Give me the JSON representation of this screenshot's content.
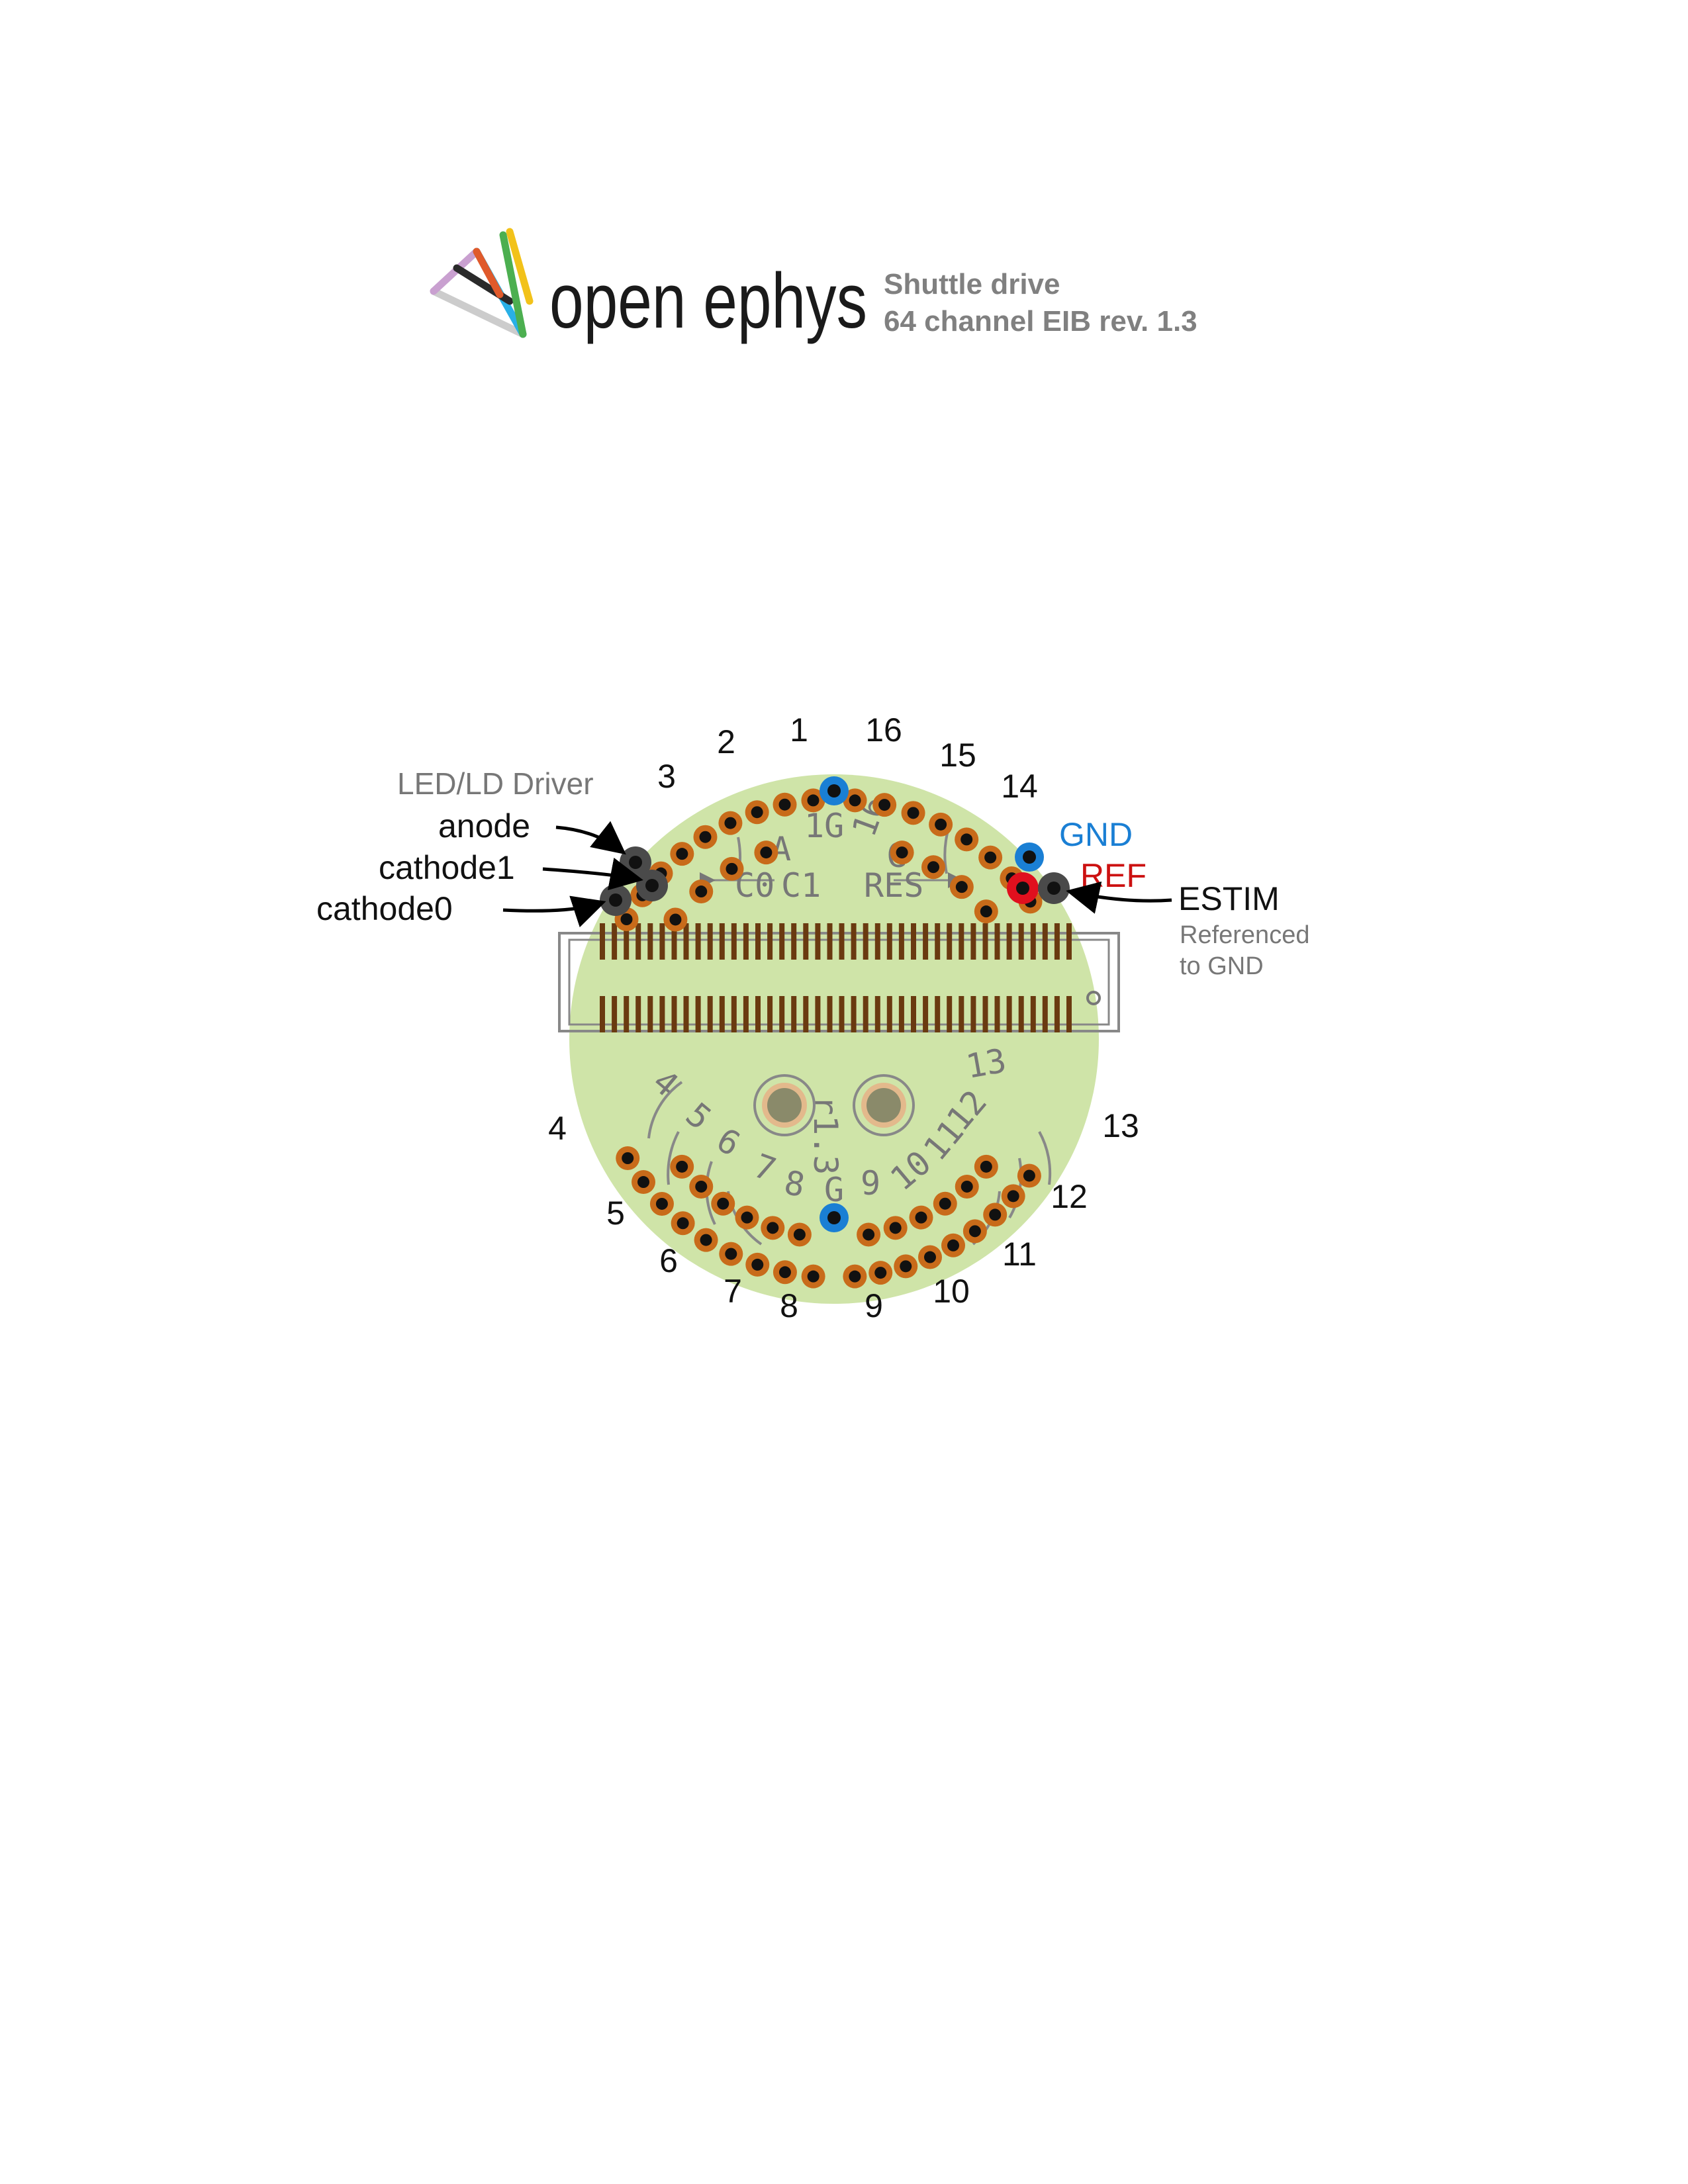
{
  "header": {
    "brand": "open ephys",
    "subtitle_line1": "Shuttle drive",
    "subtitle_line2": "64 channel EIB rev. 1.3"
  },
  "colors": {
    "board": "#cfe4a8",
    "pad_ring": "#c86b1a",
    "pad_hole": "#111111",
    "gnd_pad": "#1a7fd4",
    "ref_pad": "#e0101e",
    "neutral_pad": "#4a4a4a",
    "connector_pin": "#6a3a10",
    "silkscreen": "#777777",
    "gnd_text": "#1a7fd4",
    "ref_text": "#cc1111",
    "note_text": "#777777"
  },
  "callouts": {
    "led_title": "LED/LD Driver",
    "anode": "anode",
    "cathode1": "cathode1",
    "cathode0": "cathode0",
    "gnd": "GND",
    "ref": "REF",
    "estim": "ESTIM",
    "estim_note1": "Referenced",
    "estim_note2": "to GND"
  },
  "tetrode_labels": {
    "t1": "1",
    "t2": "2",
    "t3": "3",
    "t4": "4",
    "t5": "5",
    "t6": "6",
    "t7": "7",
    "t8": "8",
    "t9": "9",
    "t10": "10",
    "t11": "11",
    "t12": "12",
    "t13": "13",
    "t14": "14",
    "t15": "15",
    "t16": "16"
  },
  "silkscreen": {
    "top_a": "A",
    "top_1g_left": "1G",
    "top_g": "G",
    "top_16": "16",
    "top_c0": "C0",
    "top_c1": "C1",
    "top_res": "RES",
    "bottom_4": "4",
    "bottom_5": "5",
    "bottom_6": "6",
    "bottom_7": "7",
    "bottom_8": "8",
    "bottom_g": "G",
    "bottom_9": "9",
    "bottom_10": "10",
    "bottom_11": "11",
    "bottom_12": "12",
    "bottom_13": "13",
    "revision": "r1.3"
  }
}
